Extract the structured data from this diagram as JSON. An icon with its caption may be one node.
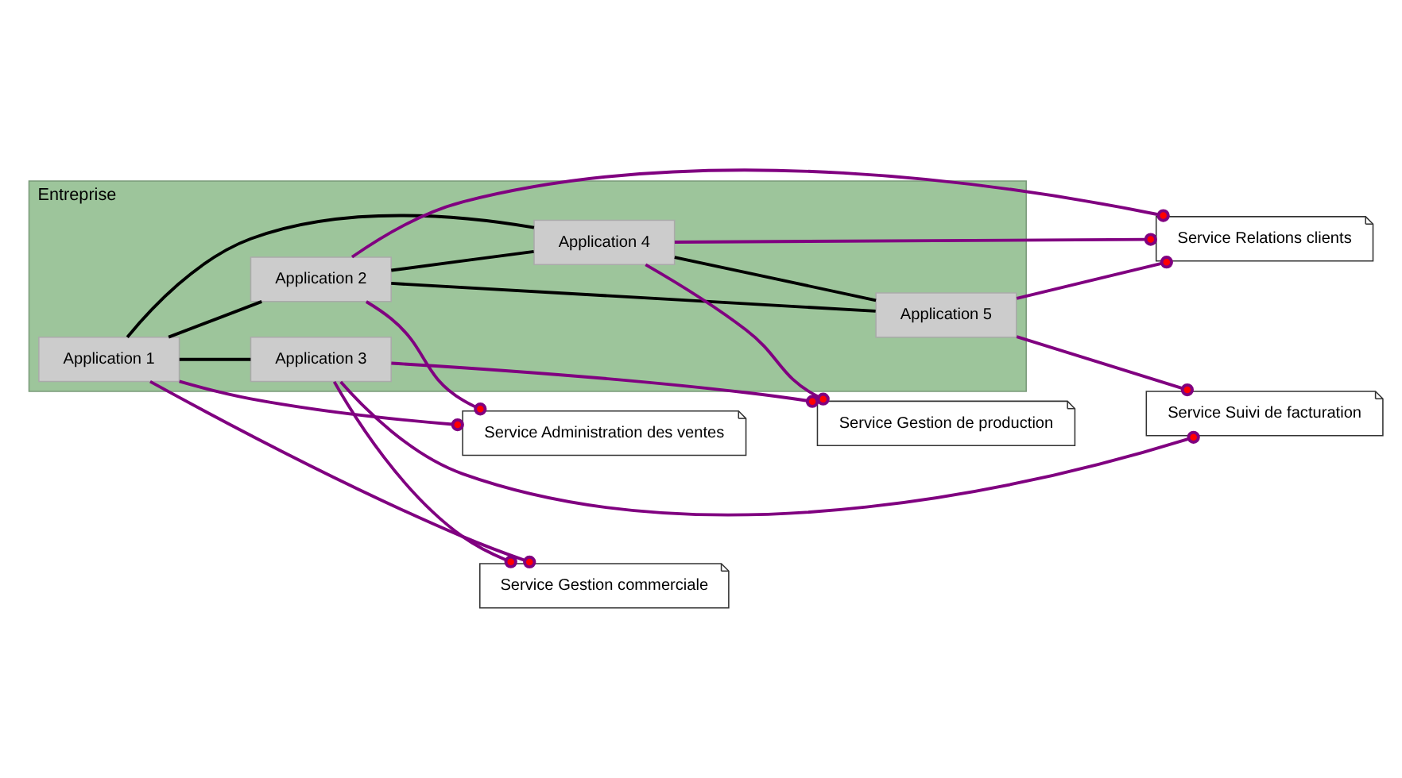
{
  "diagram": {
    "nodes": [
      {
        "text": [
          "Entreprise"
        ]
      },
      {
        "text": [
          "Application 1"
        ],
        "in": 0
      },
      {
        "text": [
          "Application 2"
        ],
        "in": 0
      },
      {
        "text": [
          "Application 3"
        ],
        "in": 0
      },
      {
        "text": [
          "Application 5"
        ],
        "in": 0
      },
      {
        "text": [
          "Application 4"
        ],
        "in": 0
      },
      {
        "text": [
          "Service Gestion commerciale"
        ]
      },
      {
        "text": [
          "Service Administration des ventes"
        ]
      },
      {
        "text": [
          "Service Gestion de production"
        ]
      },
      {
        "text": [
          "Service Suivi de facturation"
        ]
      },
      {
        "text": [
          "Service Relations clients"
        ]
      }
    ],
    "edges": [
      {
        "from": 1,
        "to": 2,
        "arrow": "none",
        "color": "#000000"
      },
      {
        "from": 1,
        "to": 3,
        "arrow": "none",
        "color": "#000000"
      },
      {
        "from": 1,
        "to": 5,
        "arrow": "none",
        "color": "#000000"
      },
      {
        "from": 2,
        "to": 5,
        "arrow": "none",
        "color": "#000000"
      },
      {
        "from": 2,
        "to": 4,
        "arrow": "none",
        "color": "#000000"
      },
      {
        "from": 5,
        "to": 4,
        "arrow": "none",
        "color": "#000000"
      },
      {
        "from": 1,
        "to": 6,
        "arrow": "other"
      },
      {
        "from": 3,
        "to": 6,
        "arrow": "other"
      },
      {
        "from": 1,
        "to": 7,
        "arrow": "other"
      },
      {
        "from": 2,
        "to": 7,
        "arrow": "other"
      },
      {
        "from": 3,
        "to": 8,
        "arrow": "other"
      },
      {
        "from": 5,
        "to": 8,
        "arrow": "other"
      },
      {
        "from": 3,
        "to": 9,
        "arrow": "other"
      },
      {
        "from": 4,
        "to": 9,
        "arrow": "other"
      },
      {
        "from": 2,
        "to": 10,
        "arrow": "other"
      },
      {
        "from": 5,
        "to": 10,
        "arrow": "other"
      },
      {
        "from": 4,
        "to": 10,
        "arrow": "other"
      }
    ]
  }
}
